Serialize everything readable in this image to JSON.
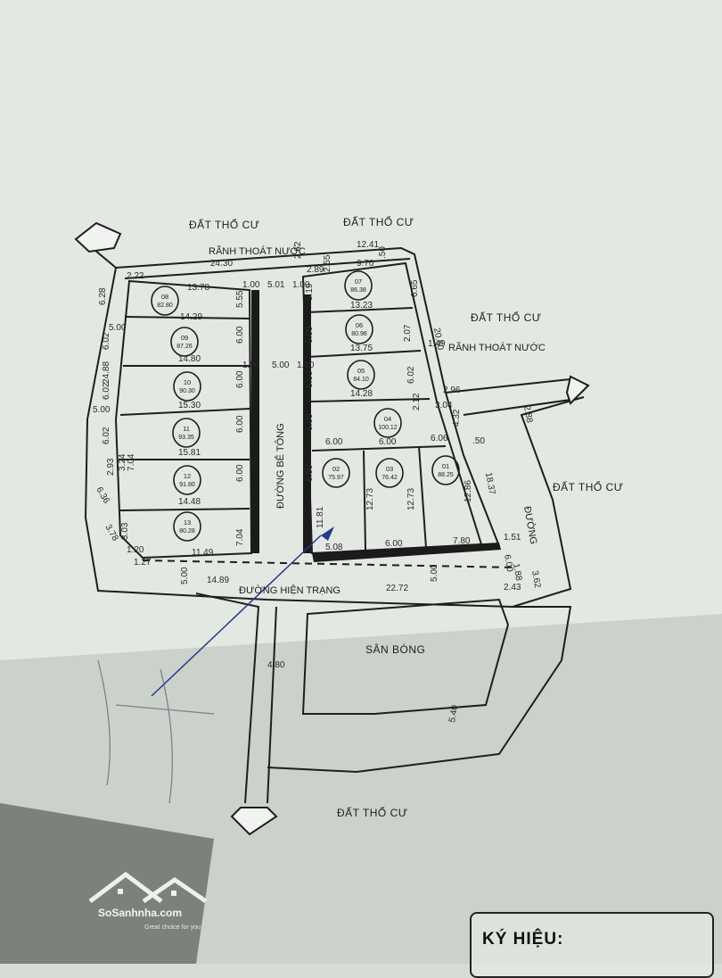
{
  "labels": {
    "dat_tho_cu_1": "ĐẤT THỔ CƯ",
    "dat_tho_cu_2": "ĐẤT THỔ CƯ",
    "dat_tho_cu_3": "ĐẤT THỔ CƯ",
    "dat_tho_cu_4": "ĐẤT THỔ CƯ",
    "dat_tho_cu_5": "ĐẤT THỔ CƯ",
    "ranh_1": "RÃNH THOÁT NƯỚC",
    "ranh_2": "RÃNH THOÁT NƯỚC",
    "duong_be_tong": "ĐƯỜNG BÊ TÔNG",
    "duong_hien_trang": "ĐƯỜNG HIỆN TRẠNG",
    "duong": "ĐƯỜNG",
    "san_bong": "SÂN BÓNG"
  },
  "lots": [
    {
      "id": "01",
      "area": "88.25"
    },
    {
      "id": "02",
      "area": "75.97"
    },
    {
      "id": "03",
      "area": "76.42"
    },
    {
      "id": "04",
      "area": "100.12"
    },
    {
      "id": "05",
      "area": "84.10"
    },
    {
      "id": "06",
      "area": "80.98"
    },
    {
      "id": "07",
      "area": "86.38"
    },
    {
      "id": "08",
      "area": "82.80"
    },
    {
      "id": "09",
      "area": "87.26"
    },
    {
      "id": "10",
      "area": "90.30"
    },
    {
      "id": "11",
      "area": "93.35"
    },
    {
      "id": "12",
      "area": "91.80"
    },
    {
      "id": "13",
      "area": "80.28"
    }
  ],
  "dims": [
    "24.30",
    "2.22",
    "13.78",
    "1.00",
    "5.01",
    "1.00",
    "2.89",
    "2.62",
    "12.41",
    "2.55",
    "9.70",
    ".50",
    "6.28",
    "5.55",
    "5.19",
    "6.65",
    "14.29",
    "13.23",
    "5.00",
    "6.02",
    "6.00",
    "6.00",
    "2.07",
    "20.50",
    "24.88",
    "1.49",
    "14.80",
    "13.75",
    "1.00",
    "5.00",
    "1.00",
    "6.02",
    "5.00",
    "6.00",
    "6.00",
    "6.02",
    "15.30",
    "14.28",
    "2.96",
    "2.12",
    "3.04",
    "4.32",
    "2.88",
    "6.02",
    "6.00",
    "6.00",
    "15.81",
    "6.00",
    "6.00",
    "6.06",
    ".50",
    "18.37",
    "6.36",
    "2.93",
    "3.24",
    "7.04",
    "14.48",
    "6.00",
    "6.00",
    "11.81",
    "12.73",
    "12.73",
    "12.86",
    "3.78",
    "3.03",
    "1.20",
    "11.49",
    "7.04",
    "5.08",
    "6.00",
    "7.80",
    "1.51",
    "1.27",
    "6.00",
    "1.88",
    "3.62",
    "5.00",
    "14.89",
    "22.72",
    "5.00",
    "2.43",
    "4.80",
    "5.40"
  ],
  "legend": {
    "title": "KÝ HIỆU:"
  },
  "watermark": {
    "name": "SoSanhnha.com",
    "tagline": "Great choice for you"
  },
  "colors": {
    "paper": "#e3e8e2",
    "ink": "#1e1e1e",
    "road_bar": "#1b1b1b",
    "shadow": "#c8cec8"
  }
}
